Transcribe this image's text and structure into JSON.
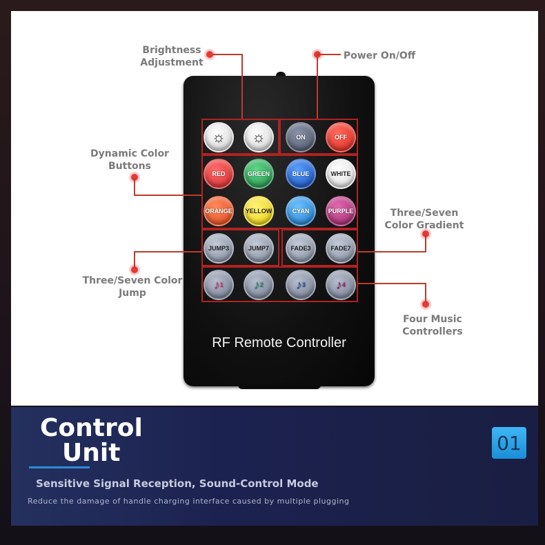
{
  "remote": {
    "label": "RF Remote Controller",
    "buttons": {
      "bright_up": "bright-up-icon",
      "bright_down": "bright-down-icon",
      "on": "ON",
      "off": "OFF",
      "red": "RED",
      "green": "GREEN",
      "blue": "BLUE",
      "white": "WHITE",
      "orange": "ORANGE",
      "yellow": "YELLOW",
      "cyan": "CYAN",
      "purple": "PURPLE",
      "jump3": "JUMP3",
      "jump7": "JUMP7",
      "fade3": "FADE3",
      "fade7": "FADE7",
      "music1": "1",
      "music2": "2",
      "music3": "3",
      "music4": "4"
    }
  },
  "callouts": {
    "brightness_line1": "Brightness",
    "brightness_line2": "Adjustment",
    "power": "Power On/Off",
    "dynamic_line1": "Dynamic Color",
    "dynamic_line2": "Buttons",
    "gradient_line1": "Three/Seven",
    "gradient_line2": "Color Gradient",
    "jump_line1": "Three/Seven Color",
    "jump_line2": "Jump",
    "music_line1": "Four Music",
    "music_line2": "Controllers"
  },
  "footer": {
    "title_line1": "Control",
    "title_line2": "Unit",
    "number": "01",
    "subtitle": "Sensitive Signal Reception, Sound-Control Mode",
    "description": "Reduce the damage of handle charging interface caused by multiple plugging"
  },
  "colors": {
    "red": "#e53935",
    "green": "#2e9e4f",
    "blue": "#1e63d6",
    "white": "#f5f5f5",
    "orange": "#ef5b2a",
    "yellow": "#f7e21a",
    "cyan": "#2a8fd8",
    "purple": "#b0337f",
    "callout": "#c0392b",
    "panel_blue": "#1c2250",
    "badge": "#3fb6f5"
  }
}
